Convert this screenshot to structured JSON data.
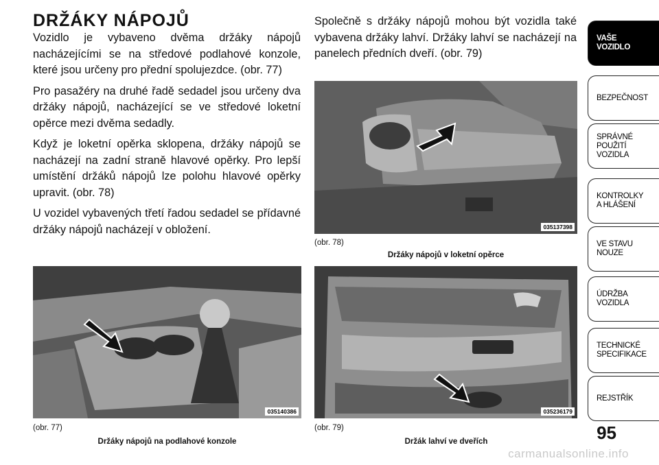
{
  "heading": "DRŽÁKY NÁPOJŮ",
  "left_paragraphs": [
    "Vozidlo je vybaveno dvěma držáky nápojů nacházejícími se na středové podlahové konzole, které jsou určeny pro přední spolujezdce. (obr. 77)",
    "Pro pasažéry na druhé řadě sedadel jsou určeny dva držáky nápojů, nacházející se ve středové loketní opěrce mezi dvěma sedadly.",
    "Když je loketní opěrka sklopena, držáky nápojů se nacházejí na zadní straně hlavové opěrky. Pro lepší umístění držáků nápojů lze polohu hlavové opěrky upravit. (obr. 78)",
    "U vozidel vybavených třetí řadou sedadel se přídavné držáky nápojů nacházejí v obložení."
  ],
  "right_paragraph": "Společně s držáky nápojů mohou být vozidla také vybavena držáky lahví. Držáky lahví se nacházejí na panelech předních dveří. (obr. 79)",
  "figures": {
    "fig78": {
      "number": "(obr. 78)",
      "caption": "Držáky nápojů v loketní opěrce",
      "code": "035137398"
    },
    "fig77": {
      "number": "(obr. 77)",
      "caption": "Držáky nápojů na podlahové konzole",
      "code": "035140386"
    },
    "fig79": {
      "number": "(obr. 79)",
      "caption": "Držák lahví ve dveřích",
      "code": "035236179"
    }
  },
  "sidebar": {
    "tabs": [
      {
        "l1": "VAŠE",
        "l2": "VOZIDLO",
        "l3": ""
      },
      {
        "l1": "BEZPEČNOST",
        "l2": "",
        "l3": ""
      },
      {
        "l1": "SPRÁVNÉ",
        "l2": "POUŽITÍ",
        "l3": "VOZIDLA"
      },
      {
        "l1": "KONTROLKY",
        "l2": "A HLÁŠENÍ",
        "l3": ""
      },
      {
        "l1": "VE STAVU",
        "l2": "NOUZE",
        "l3": ""
      },
      {
        "l1": "ÚDRŽBA",
        "l2": "VOZIDLA",
        "l3": ""
      },
      {
        "l1": "TECHNICKÉ",
        "l2": "SPECIFIKACE",
        "l3": ""
      },
      {
        "l1": "REJSTŘÍK",
        "l2": "",
        "l3": ""
      }
    ]
  },
  "page_number": "95",
  "watermark": "carmanualsonline.info"
}
